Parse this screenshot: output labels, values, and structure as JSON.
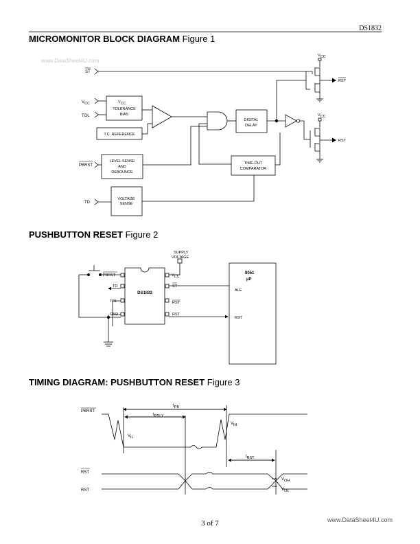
{
  "header": {
    "part_number": "DS1832"
  },
  "watermark_top": "www.DataSheet4U.com",
  "watermark_bottom": "www.DataSheet4U.com",
  "page_number": "3 of 7",
  "fig1": {
    "title_bold": "MICROMONITOR BLOCK DIAGRAM",
    "title_normal": " Figure 1",
    "pin_st": "ST",
    "pin_vcc": "V",
    "pin_vcc_sub": "CC",
    "pin_tol": "TOL",
    "pin_pbrst": "PBRST",
    "pin_td": "TD",
    "block_tol_bias_1": "V",
    "block_tol_bias_1_sub": "CC",
    "block_tol_bias_2": "TOLERANCE",
    "block_tol_bias_3": "BIAS",
    "block_tc_ref": "T.C. REFERENCE",
    "block_level_1": "LEVEL SENSE",
    "block_level_2": "AND",
    "block_level_3": "DEBOUNCE",
    "block_voltage_1": "VOLTAGE",
    "block_voltage_2": "SENSE",
    "block_digital_1": "DIGITAL",
    "block_digital_2": "DELAY",
    "block_timeout_1": "TIME-OUT",
    "block_timeout_2": "COMPARATOR",
    "out_rst_bar": "RST",
    "out_rst": "RST",
    "vcc_top": "V",
    "vcc_top_sub": "CC",
    "vcc_bot": "V",
    "vcc_bot_sub": "CC"
  },
  "fig2": {
    "title_bold": "PUSHBUTTON RESET",
    "title_normal": " Figure 2",
    "supply_1": "SUPPLY",
    "supply_2": "VOLTAGE",
    "chip": "DS1832",
    "pin_pbrst": "PBRST",
    "pin_td": "TD",
    "pin_tol": "TOL",
    "pin_gnd": "GND",
    "pin_vcc": "V",
    "pin_vcc_sub": "CC",
    "pin_st": "ST",
    "pin_rst_bar": "RST",
    "pin_rst": "RST",
    "mcu_1": "8051",
    "mcu_2": "µP",
    "mcu_ale": "ALE",
    "mcu_rst": "RST"
  },
  "fig3": {
    "title_bold": "TIMING DIAGRAM: PUSHBUTTON RESET",
    "title_normal": " Figure 3",
    "sig_pbrst": "PBRST",
    "sig_rst_bar": "RST",
    "sig_rst": "RST",
    "t_pb": "t",
    "t_pb_sub": "PB",
    "t_pdly": "t",
    "t_pdly_sub": "PDLY",
    "t_rst": "t",
    "t_rst_sub": "RST",
    "v_il": "V",
    "v_il_sub": "IL",
    "v_ih": "V",
    "v_ih_sub": "IH",
    "v_oh": "V",
    "v_oh_sub": "OH",
    "v_ol": "V",
    "v_ol_sub": "OL"
  }
}
